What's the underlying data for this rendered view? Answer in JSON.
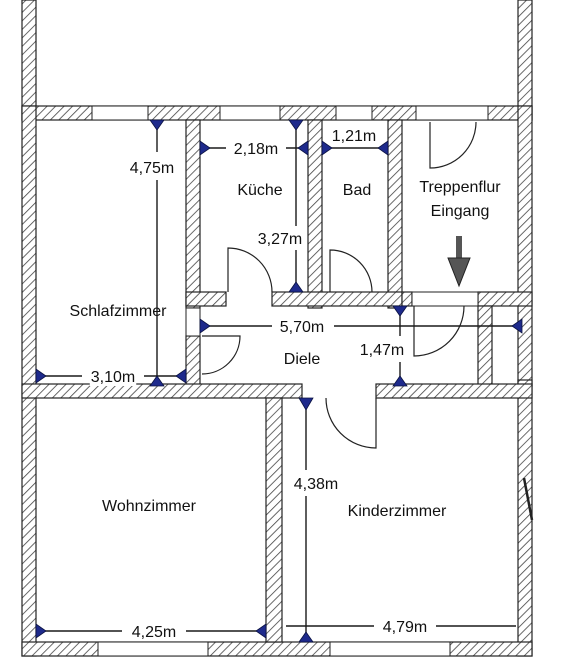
{
  "colors": {
    "wall": "#222222",
    "hatch": "#444444",
    "dimension_line": "#1a1a1a",
    "marker": "#1e2a8c",
    "arrow": "#555555"
  },
  "rooms": {
    "schlafzimmer": "Schlafzimmer",
    "kueche": "Küche",
    "bad": "Bad",
    "treppenflur_line1": "Treppenflur",
    "treppenflur_line2": "Eingang",
    "diele": "Diele",
    "wohnzimmer": "Wohnzimmer",
    "kinderzimmer": "Kinderzimmer"
  },
  "dimensions": {
    "schlafzimmer_height": "4,75m",
    "schlafzimmer_width": "3,10m",
    "kueche_width": "2,18m",
    "kueche_height": "3,27m",
    "bad_width": "1,21m",
    "diele_width": "5,70m",
    "diele_height": "1,47m",
    "kinderzimmer_height": "4,38m",
    "wohnzimmer_width": "4,25m",
    "kinderzimmer_width": "4,79m"
  }
}
